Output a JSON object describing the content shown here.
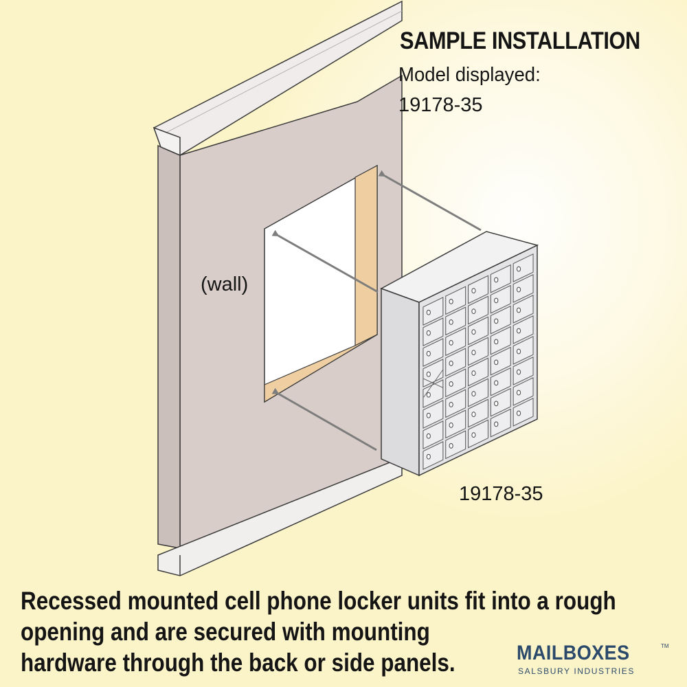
{
  "title": "SAMPLE INSTALLATION",
  "model_label": "Model displayed:",
  "model_number": "19178-35",
  "wall_label": "(wall)",
  "unit_label": "19178-35",
  "caption_lines": [
    "Recessed mounted cell phone locker units fit into a rough",
    "opening and are secured with mounting",
    "hardware through the back or side panels."
  ],
  "logo": {
    "name": "MAILBOXES",
    "tm": "TM",
    "tagline": "SALSBURY INDUSTRIES"
  },
  "colors": {
    "background": "#fcf4c9",
    "wall": "#d8cdc9",
    "opening_frame": "#efcfa2",
    "locker": "#e3e3e6",
    "arrow": "#7d7d7d",
    "logo": "#2b4a6b"
  },
  "locker_grid": {
    "columns": 5,
    "rows": 8,
    "doors_with_x": 1
  }
}
